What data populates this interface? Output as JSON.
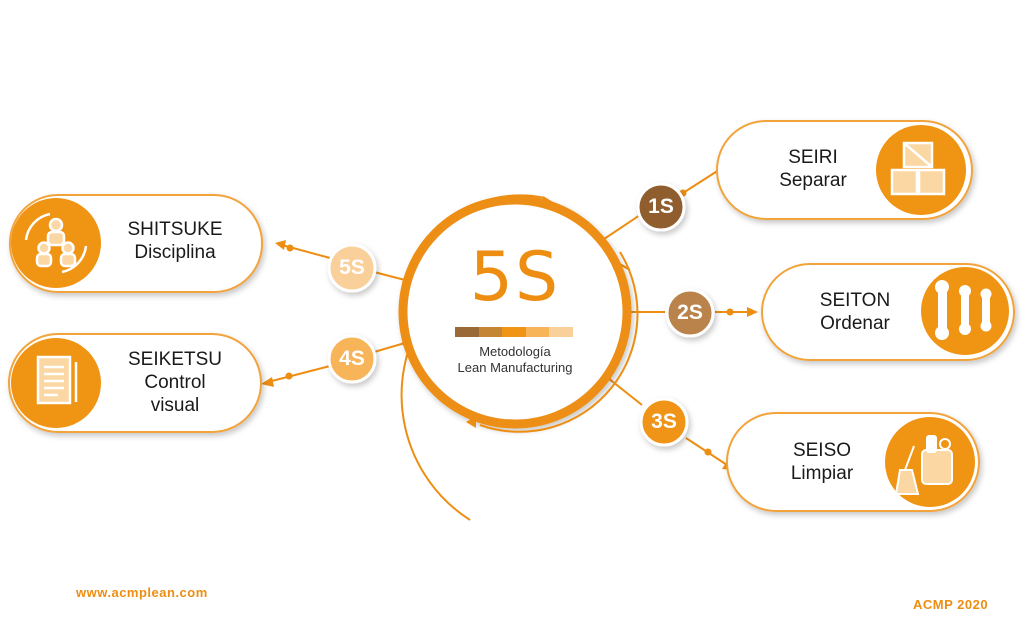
{
  "center": {
    "title": "5S",
    "subtitle_line1": "Metodología",
    "subtitle_line2": "Lean Manufacturing",
    "bar_colors": [
      "#9a6a36",
      "#c48534",
      "#ef9413",
      "#f7b458",
      "#fad09a"
    ]
  },
  "steps": [
    {
      "badge": "1S",
      "title": "SEIRI",
      "subtitle": "Separar",
      "icon": "boxes-icon",
      "badge_color": "#8f5d2d"
    },
    {
      "badge": "2S",
      "title": "SEITON",
      "subtitle": "Ordenar",
      "icon": "tools-icon",
      "badge_color": "#b9834c"
    },
    {
      "badge": "3S",
      "title": "SEISO",
      "subtitle": "Limpiar",
      "icon": "cleaning-icon",
      "badge_color": "#ef9413"
    },
    {
      "badge": "4S",
      "title": "SEIKETSU",
      "subtitle_line1": "Control",
      "subtitle_line2": "visual",
      "icon": "document-icon",
      "badge_color": "#f7b458"
    },
    {
      "badge": "5S",
      "title": "SHITSUKE",
      "subtitle": "Disciplina",
      "icon": "team-cycle-icon",
      "badge_color": "#fad09a"
    }
  ],
  "colors": {
    "accent": "#ed8e12",
    "card_border": "#f2a33a"
  },
  "footer": {
    "website": "www.acmplean.com",
    "copyright": "ACMP 2020"
  }
}
